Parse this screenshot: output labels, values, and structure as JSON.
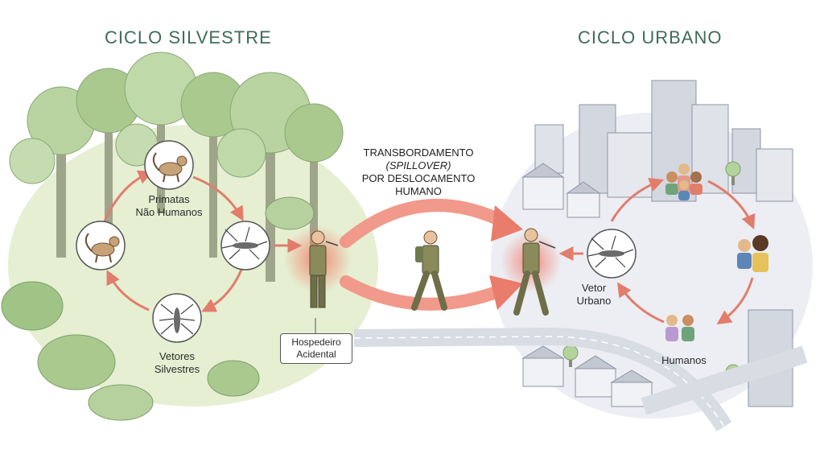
{
  "titles": {
    "sylvatic": "CICLO SILVESTRE",
    "urban": "CICLO URBANO"
  },
  "sylvatic_cycle": {
    "primates_label": [
      "Primatas",
      "Não Humanos"
    ],
    "vectors_label": [
      "Vetores",
      "Silvestres"
    ],
    "accidental_host_label": [
      "Hospedeiro",
      "Acidental"
    ]
  },
  "spillover": {
    "line1": "TRANSBORDAMENTO",
    "line2": "(SPILLOVER)",
    "line3": "POR DESLOCAMENTO",
    "line4": "HUMANO"
  },
  "urban_cycle": {
    "vector_label": [
      "Vetor",
      "Urbano"
    ],
    "humans_label": "Humanos"
  },
  "colors": {
    "title": "#3f6b58",
    "arrow": "#e27d6c",
    "forest_bg": "#e6efd2",
    "city_bg": "#eceef3",
    "tree": "#a9c98f",
    "building": "#d3d7e0"
  },
  "icons": [
    "monkey-icon",
    "mosquito-icon",
    "person-icon",
    "building-icon",
    "tree-icon"
  ]
}
